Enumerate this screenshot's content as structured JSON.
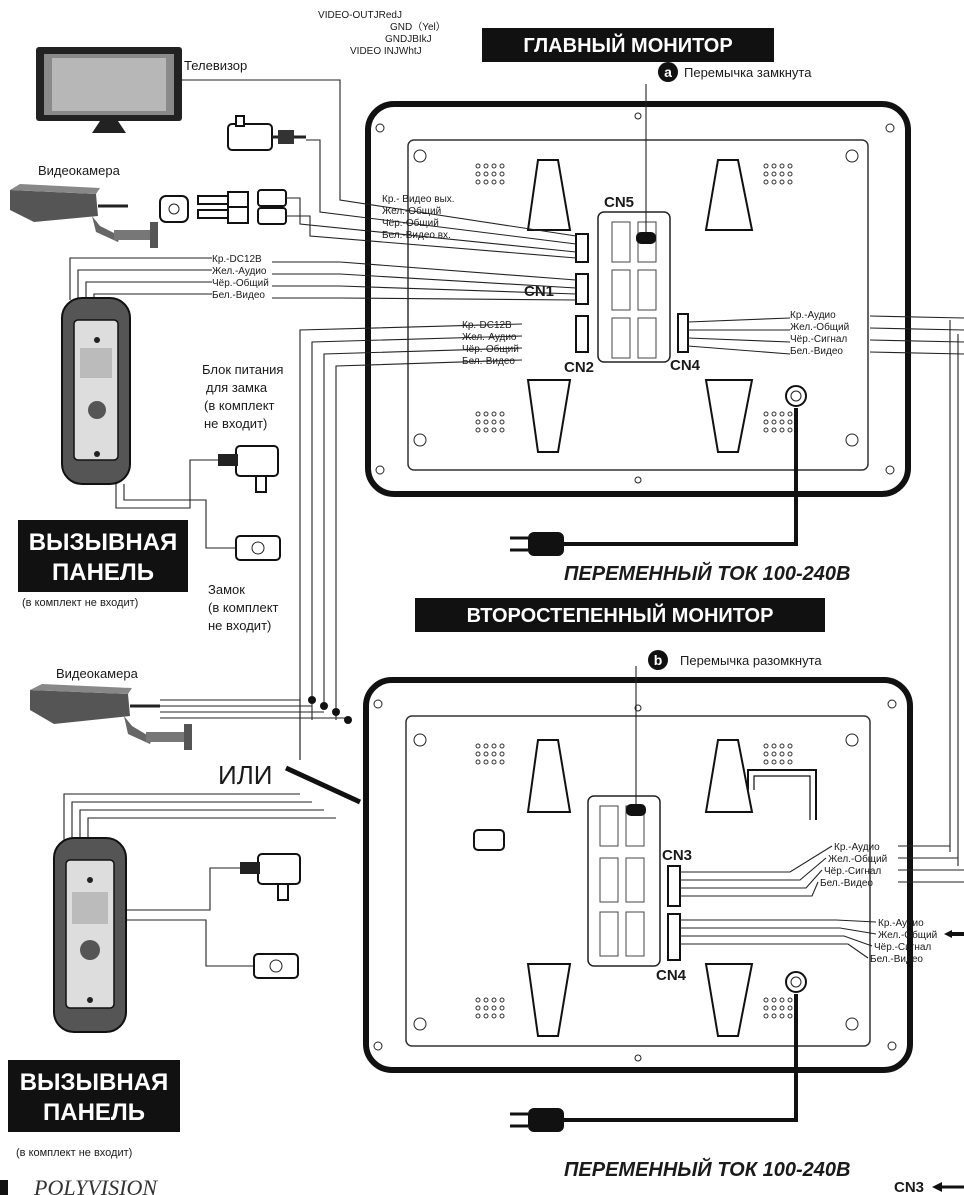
{
  "video_signals": [
    "VIDEO-OUTJRedJ",
    "GND（Yel）",
    "GNDJBIkJ",
    "VIDEO INJWhtJ"
  ],
  "main_monitor": {
    "banner": "ГЛАВНЫЙ МОНИТОР",
    "jumper_marker": "a",
    "jumper_label": "Перемычка замкнута",
    "connectors": [
      "CN5",
      "CN1",
      "CN2",
      "CN4"
    ],
    "cn5_wires": [
      "Кр.- Видео вых.",
      "Жел.-Общий",
      "Чёр.-Общий",
      "Бел.-Видео вх."
    ],
    "cn1_wires": [
      "Кр.-DC12В",
      "Жел.-Аудио",
      "Чёр.-Общий",
      "Бел.-Видео"
    ],
    "cn2_wires": [
      "Кр.-DC12В",
      "Жел.-Аудио",
      "Чёр.-Общий",
      "Бел.-Видео"
    ],
    "cn4_wires": [
      "Кр.-Аудио",
      "Жел.-Общий",
      "Чёр.-Сигнал",
      "Бел.-Видео"
    ],
    "power": "ПЕРЕМЕННЫЙ ТОК 100-240В"
  },
  "secondary_monitor": {
    "banner": "ВТОРОСТЕПЕННЫЙ МОНИТОР",
    "jumper_marker": "b",
    "jumper_label": "Перемычка разомкнута",
    "connectors": [
      "CN3",
      "CN4"
    ],
    "cn3_wires": [
      "Кр.-Аудио",
      "Жел.-Общий",
      "Чёр.-Сигнал",
      "Бел.-Видео"
    ],
    "cn4_wires": [
      "Кр.-Аудио",
      "Жел.-Общий",
      "Чёр.-Сигнал",
      "Бел.-Видео"
    ],
    "power": "ПЕРЕМЕННЫЙ ТОК 100-240В"
  },
  "devices": {
    "tv": "Телевизор",
    "camera_top": "Видеокамера",
    "camera_bottom": "Видеокамера",
    "lock_power": [
      "Блок питания",
      "для замка",
      "(в комплект",
      "не входит)"
    ],
    "lock": [
      "Замок",
      "(в комплект",
      "не входит)"
    ],
    "or_label": "ИЛИ"
  },
  "call_panel_top": {
    "title": [
      "ВЫЗЫВНАЯ",
      "ПАНЕЛЬ"
    ],
    "note": "(в комплект не входит)"
  },
  "call_panel_bottom": {
    "title": [
      "ВЫЗЫВНАЯ",
      "ПАНЕЛЬ"
    ],
    "note": "(в комплект не входит)"
  },
  "footer": {
    "logo": "POLYVISION",
    "cn3_ref": "CN3"
  }
}
